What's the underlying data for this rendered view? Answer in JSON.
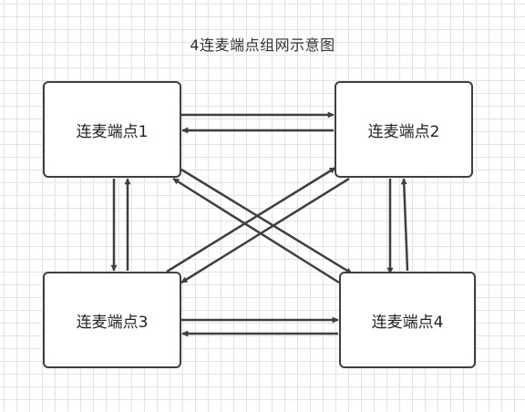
{
  "diagram": {
    "title": "4连麦端点组网示意图",
    "nodes": [
      {
        "id": "n1",
        "label": "连麦端点1"
      },
      {
        "id": "n2",
        "label": "连麦端点2"
      },
      {
        "id": "n3",
        "label": "连麦端点3"
      },
      {
        "id": "n4",
        "label": "连麦端点4"
      }
    ],
    "edges": [
      {
        "from": "连麦端点1",
        "to": "连麦端点2"
      },
      {
        "from": "连麦端点2",
        "to": "连麦端点1"
      },
      {
        "from": "连麦端点1",
        "to": "连麦端点3"
      },
      {
        "from": "连麦端点3",
        "to": "连麦端点1"
      },
      {
        "from": "连麦端点2",
        "to": "连麦端点4"
      },
      {
        "from": "连麦端点4",
        "to": "连麦端点2"
      },
      {
        "from": "连麦端点3",
        "to": "连麦端点4"
      },
      {
        "from": "连麦端点4",
        "to": "连麦端点3"
      },
      {
        "from": "连麦端点1",
        "to": "连麦端点4"
      },
      {
        "from": "连麦端点4",
        "to": "连麦端点1"
      },
      {
        "from": "连麦端点2",
        "to": "连麦端点3"
      },
      {
        "from": "连麦端点3",
        "to": "连麦端点2"
      }
    ],
    "colors": {
      "stroke": "#3f3f3f",
      "grid": "#e3e3e3",
      "background": "#ffffff"
    }
  }
}
